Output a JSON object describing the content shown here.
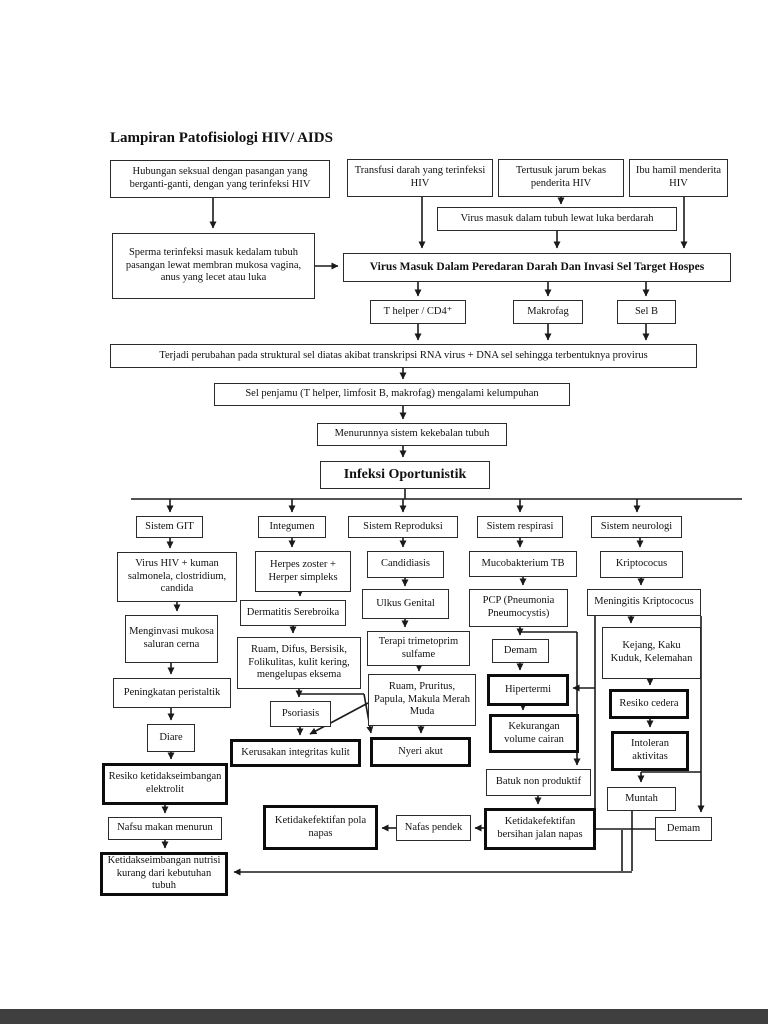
{
  "title": "Lampiran Patofisiologi HIV/ AIDS",
  "colors": {
    "line": "#1a1a1a",
    "page_bg": "#ffffff",
    "bottom_bar": "#3f3f3f"
  },
  "nodes": {
    "hubungan": {
      "label": "Hubungan seksual dengan pasangan yang berganti-ganti, dengan yang terinfeksi HIV"
    },
    "transfusi": {
      "label": "Transfusi darah yang terinfeksi HIV"
    },
    "tertusuk": {
      "label": "Tertusuk jarum bekas penderita HIV"
    },
    "ibu_hamil": {
      "label": "Ibu hamil menderita HIV"
    },
    "virus_luka": {
      "label": "Virus  masuk dalam tubuh lewat luka berdarah"
    },
    "sperma": {
      "label": "Sperma terinfeksi masuk kedalam tubuh pasangan lewat membran mukosa vagina, anus yang lecet atau luka"
    },
    "virus_darah": {
      "label": "Virus Masuk Dalam Peredaran Darah Dan Invasi Sel Target Hospes"
    },
    "t_helper": {
      "label": "T helper / CD4⁺"
    },
    "makrofag": {
      "label": "Makrofag"
    },
    "sel_b": {
      "label": "Sel B"
    },
    "terjadi": {
      "label": "Terjadi perubahan pada struktural sel diatas akibat transkripsi RNA virus + DNA sel sehingga terbentuknya provirus"
    },
    "sel_penjamu": {
      "label": "Sel penjamu (T helper, limfosit B, makrofag) mengalami kelumpuhan"
    },
    "menurun": {
      "label": "Menurunnya sistem kekebalan tubuh"
    },
    "infeksi": {
      "label": "Infeksi Oportunistik"
    },
    "sistem_git": {
      "label": "Sistem GIT"
    },
    "integumen": {
      "label": "Integumen"
    },
    "reproduksi": {
      "label": "Sistem Reproduksi"
    },
    "respirasi": {
      "label": "Sistem respirasi"
    },
    "neurologi": {
      "label": "Sistem neurologi"
    },
    "virus_hiv": {
      "label": "Virus HIV + kuman salmonela, clostridium, candida"
    },
    "menginvasi": {
      "label": "Menginvasi mukosa saluran cerna"
    },
    "peristaltik": {
      "label": "Peningkatan peristaltik"
    },
    "diare": {
      "label": "Diare"
    },
    "elektrolit": {
      "label": "Resiko ketidakseimbangan elektrolit"
    },
    "nafsu": {
      "label": "Nafsu makan menurun"
    },
    "nutrisi": {
      "label": "Ketidakseimbangan nutrisi kurang dari kebutuhan tubuh"
    },
    "herpes": {
      "label": "Herpes zoster + Herper simpleks"
    },
    "dermatitis": {
      "label": "Dermatitis Serebroika"
    },
    "ruam_difus": {
      "label": "Ruam, Difus, Bersisik, Folikulitas, kulit kering, mengelupas eksema"
    },
    "psoriasis": {
      "label": "Psoriasis"
    },
    "kerusakan": {
      "label": "Kerusakan integritas kulit"
    },
    "candidiasis": {
      "label": "Candidiasis"
    },
    "ulkus": {
      "label": "Ulkus  Genital"
    },
    "terapi": {
      "label": "Terapi trimetoprim sulfame"
    },
    "ruam_pruritus": {
      "label": "Ruam, Pruritus, Papula, Makula Merah Muda"
    },
    "nyeri": {
      "label": "Nyeri akut"
    },
    "muco": {
      "label": "Mucobakterium TB"
    },
    "pcp": {
      "label": "PCP (Pneumonia Pneumocystis)"
    },
    "demam_resp": {
      "label": "Demam"
    },
    "hipertermi": {
      "label": "Hipertermi"
    },
    "kekurangan": {
      "label": "Kekurangan volume cairan"
    },
    "batuk": {
      "label": "Batuk non produktif"
    },
    "bersihan": {
      "label": "Ketidakefektifan bersihan jalan napas"
    },
    "nafas_pendek": {
      "label": "Nafas pendek"
    },
    "pola_napas": {
      "label": "Ketidakefektifan pola napas"
    },
    "kripto": {
      "label": "Kriptococus"
    },
    "meningitis": {
      "label": "Meningitis Kriptococus"
    },
    "kejang": {
      "label": "Kejang, Kaku Kuduk, Kelemahan"
    },
    "cedera": {
      "label": "Resiko cedera"
    },
    "intoleran": {
      "label": "Intoleran aktivitas"
    },
    "muntah": {
      "label": "Muntah"
    },
    "demam_neuro": {
      "label": "Demam"
    }
  }
}
